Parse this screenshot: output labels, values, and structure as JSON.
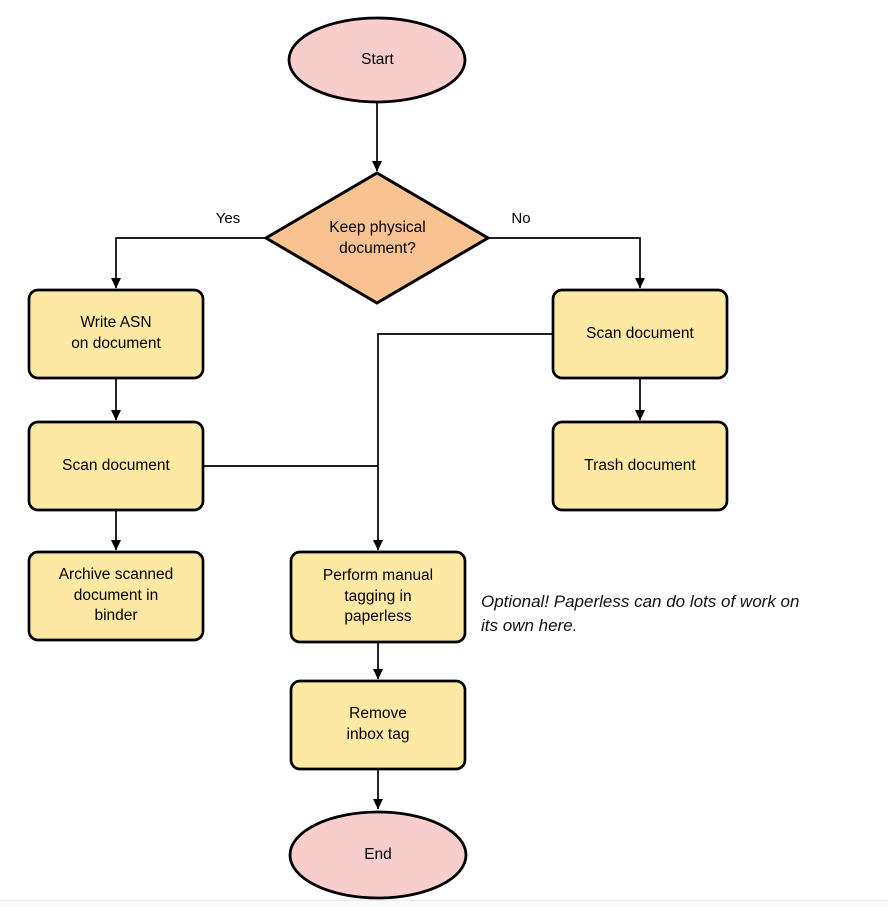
{
  "colors": {
    "terminal_fill": "#f8cecc",
    "decision_fill": "#f8c291",
    "process_fill": "#fde8a4",
    "stroke": "#000000"
  },
  "nodes": {
    "start": {
      "label": "Start"
    },
    "decision": {
      "label": "Keep physical\ndocument?"
    },
    "write_asn": {
      "label": "Write ASN\non document"
    },
    "scan_document_right": {
      "label": "Scan document"
    },
    "trash_document": {
      "label": "Trash document"
    },
    "scan_document_left": {
      "label": "Scan document"
    },
    "archive": {
      "label": "Archive scanned\ndocument in\nbinder"
    },
    "manual_tagging": {
      "label": "Perform manual\ntagging in\npaperless"
    },
    "remove_inbox_tag": {
      "label": "Remove\ninbox tag"
    },
    "end": {
      "label": "End"
    }
  },
  "edge_labels": {
    "yes": "Yes",
    "no": "No"
  },
  "note": {
    "text": "Optional! Paperless can do lots of work on\nits own here."
  }
}
